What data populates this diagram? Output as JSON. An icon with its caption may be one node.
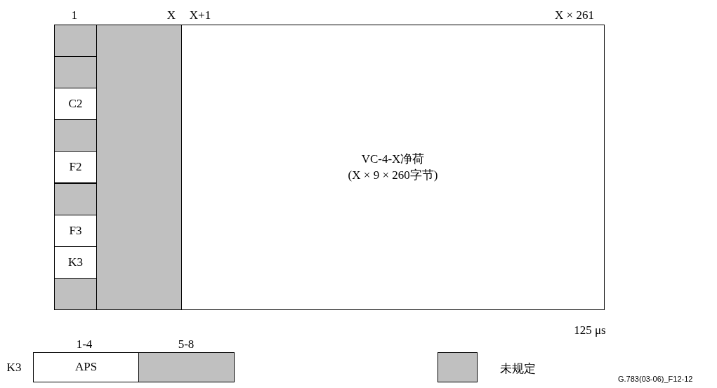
{
  "diagram": {
    "caption": "G.783(03-06)_F12-12",
    "nodes": [
      {
        "text": [],
        "shape": "box"
      },
      {
        "text": [],
        "shape": "box"
      },
      {
        "text": [
          "C2"
        ]
      },
      {
        "text": [],
        "shape": "box"
      },
      {
        "text": [
          "F2"
        ]
      },
      {
        "text": [],
        "shape": "box"
      },
      {
        "text": [
          "F3"
        ]
      },
      {
        "text": [
          "K3"
        ]
      },
      {
        "text": [],
        "shape": "box"
      },
      {
        "text": [],
        "shape": "box"
      },
      {
        "text": [
          "VC-4-X净荷",
          "(X × 9 × 260字节)"
        ]
      },
      {
        "text": [
          "APS"
        ]
      },
      {
        "text": [],
        "shape": "box"
      }
    ],
    "edges": [],
    "labels": [
      "1",
      "X",
      "X+1",
      "X × 261",
      "125 μs",
      "1-4",
      "5-8",
      "K3"
    ],
    "legend": [
      {
        "text": "未规定",
        "color": "#c0c0c0"
      }
    ]
  }
}
